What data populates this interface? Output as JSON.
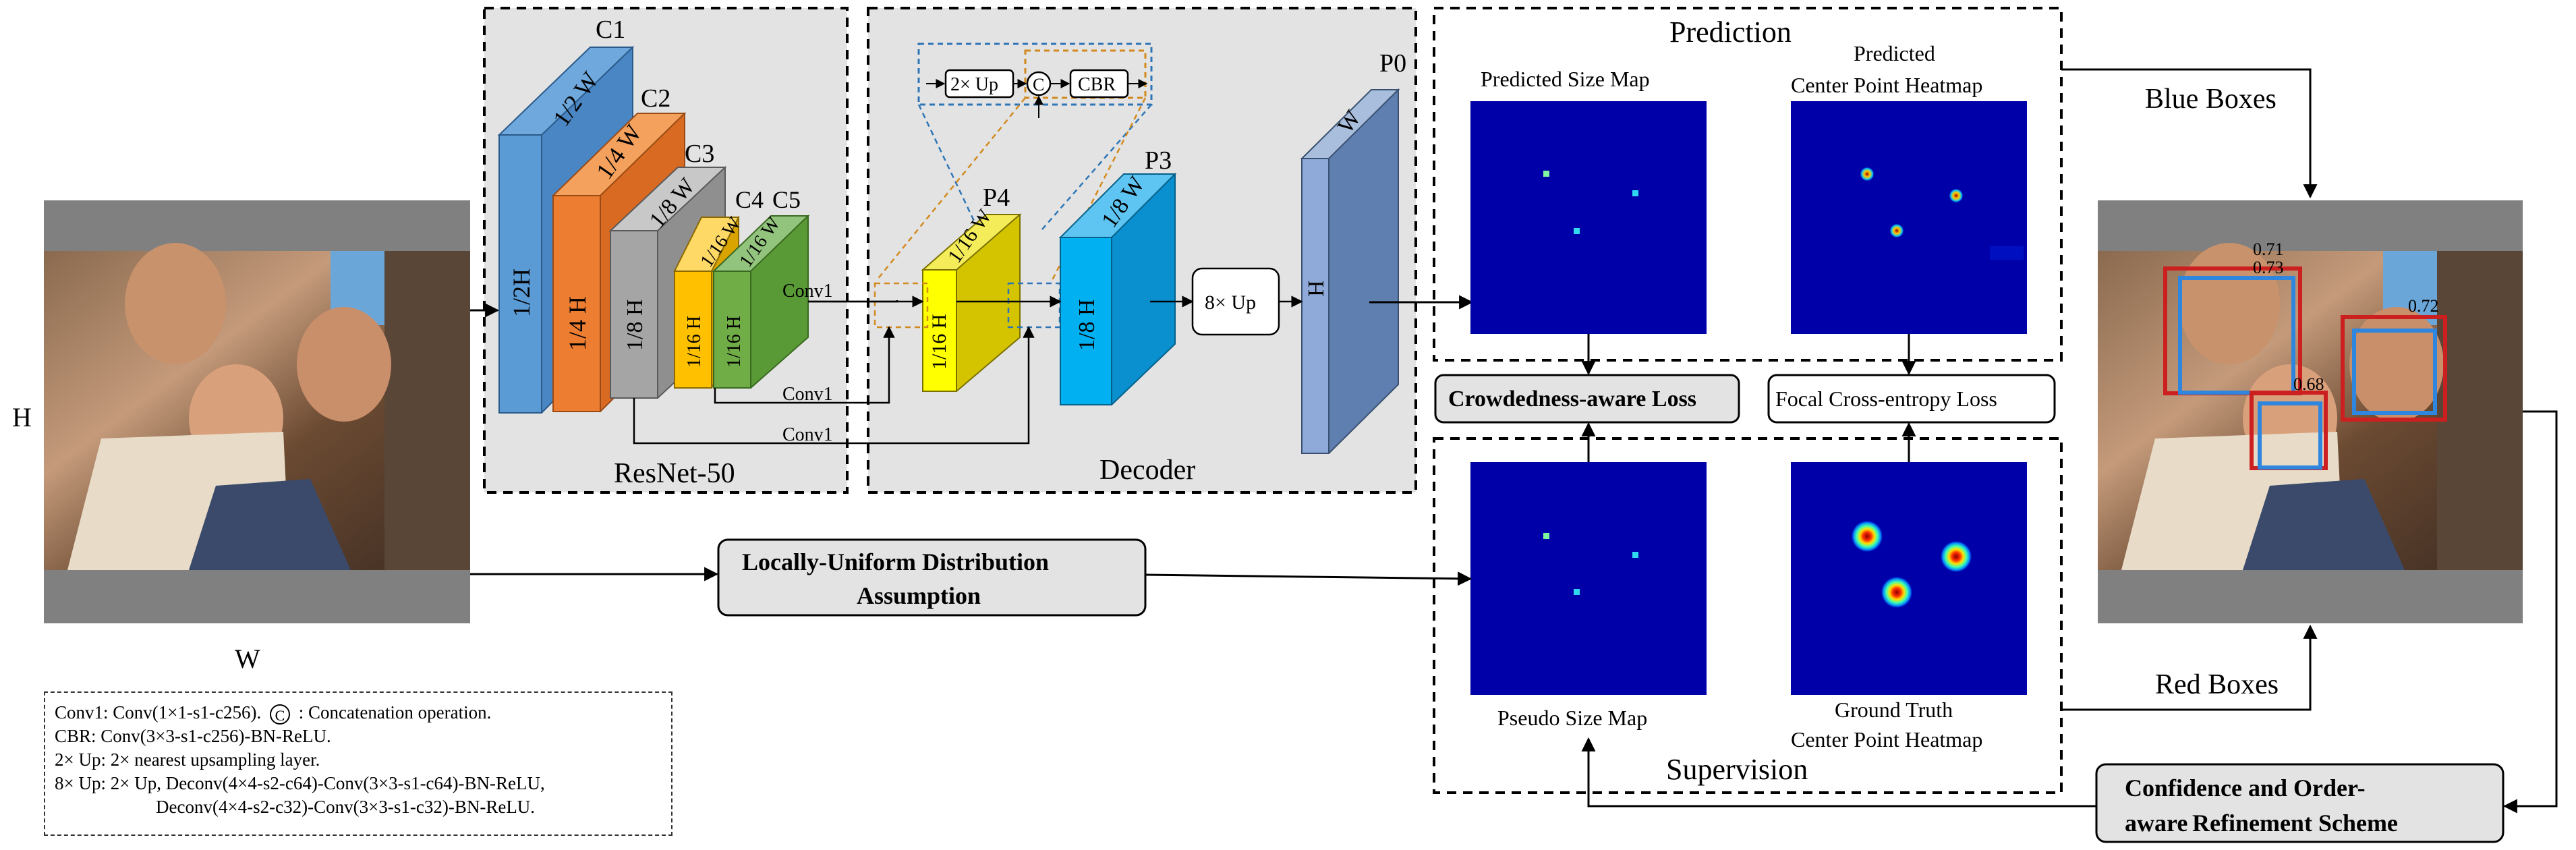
{
  "input": {
    "h_label": "H",
    "w_label": "W"
  },
  "backbone": {
    "title": "ResNet-50",
    "stages": [
      {
        "name": "C1",
        "front": "1/2H",
        "top": "1/2 W",
        "color": "#5b9bd5"
      },
      {
        "name": "C2",
        "front": "1/4 H",
        "top": "1/4 W",
        "color": "#ed7d31"
      },
      {
        "name": "C3",
        "front": "1/8 H",
        "top": "1/8 W",
        "color": "#a5a5a5"
      },
      {
        "name": "C4",
        "front": "1/16 H",
        "top": "1/16 W",
        "color": "#ffc000"
      },
      {
        "name": "C5",
        "front": "1/16 H",
        "top": "1/16 W",
        "color": "#70ad47"
      }
    ]
  },
  "decoder": {
    "title": "Decoder",
    "p4": {
      "name": "P4",
      "front": "1/16 H",
      "top": "1/16 W"
    },
    "p3": {
      "name": "P3",
      "front": "1/8 H",
      "top": "1/8 W"
    },
    "p0": {
      "name": "P0",
      "front": "H",
      "top": "W"
    },
    "up2": "2× Up",
    "concat": "C",
    "cbr": "CBR",
    "up8": "8× Up",
    "conv1_labels": [
      "Conv1",
      "Conv1",
      "Conv1"
    ]
  },
  "prediction": {
    "title": "Prediction",
    "size_map": "Predicted Size Map",
    "heatmap_line1": "Predicted",
    "heatmap_line2": "Center Point Heatmap"
  },
  "supervision": {
    "title": "Supervision",
    "size_map": "Pseudo Size Map",
    "heatmap_line1": "Ground Truth",
    "heatmap_line2": "Center Point Heatmap"
  },
  "losses": {
    "crowd": "Crowdedness-aware Loss",
    "focal": "Focal Cross-entropy Loss"
  },
  "luda": {
    "line1": "Locally-Uniform Distribution",
    "line2": "Assumption"
  },
  "refine": {
    "line1": "Confidence and Order-",
    "line2": "aware",
    "line3": "Refinement Scheme"
  },
  "output": {
    "blue_boxes": "Blue Boxes",
    "red_boxes": "Red Boxes",
    "scores": [
      "0.71",
      "0.73",
      "0.72",
      "0.68"
    ]
  },
  "legend": {
    "line1_a": "Conv1: Conv(1×1-s1-c256).",
    "line1_circle": "C",
    "line1_b": ": Concatenation operation.",
    "line2": "CBR: Conv(3×3-s1-c256)-BN-ReLU.",
    "line3": "2× Up: 2× nearest upsampling layer.",
    "line4": "8× Up: 2× Up, Deconv(4×4-s2-c64)-Conv(3×3-s1-c64)-BN-ReLU,",
    "line5": "Deconv(4×4-s2-c32)-Conv(3×3-s1-c32)-BN-ReLU."
  },
  "colors": {
    "blue_box": "#2e86de",
    "red_box": "#cc1f1f",
    "heatmap_bg": "#0000a8"
  }
}
